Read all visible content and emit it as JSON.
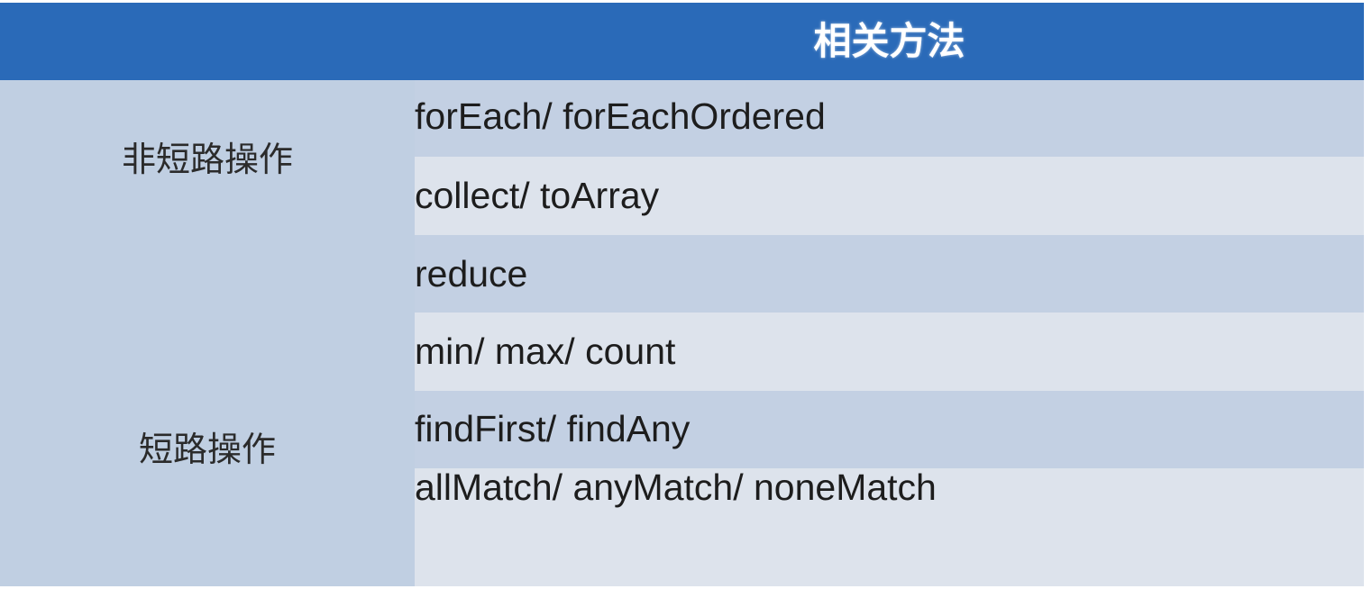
{
  "table": {
    "headers": {
      "category_column": "",
      "methods_column": "相关方法"
    },
    "colors": {
      "header_background": "#2a6ab8",
      "header_text": "#ffffff",
      "category_column_background": "#c0cfe2",
      "row_shade_dark": "#c3d0e3",
      "row_shade_light": "#dde3ec",
      "border": "#262b33",
      "header_border": "#1b3a5c",
      "body_text": "#1d1d1d"
    },
    "groups": [
      {
        "label": "非短路操作",
        "row_count": 4,
        "rows": [
          {
            "methods": "forEach/ forEachOrdered",
            "shade": "dark"
          },
          {
            "methods": "collect/ toArray",
            "shade": "light"
          },
          {
            "methods": "reduce",
            "shade": "dark"
          },
          {
            "methods": "min/ max/ count",
            "shade": "light"
          }
        ]
      },
      {
        "label": "短路操作",
        "row_count": 2,
        "rows": [
          {
            "methods": "findFirst/ findAny",
            "shade": "dark"
          },
          {
            "methods": "allMatch/ anyMatch/ noneMatch",
            "shade": "light"
          }
        ]
      }
    ],
    "flat_rows": [
      {
        "category": "非短路操作",
        "methods": "forEach/ forEachOrdered"
      },
      {
        "category": "非短路操作",
        "methods": "collect/ toArray"
      },
      {
        "category": "非短路操作",
        "methods": "reduce"
      },
      {
        "category": "非短路操作",
        "methods": "min/ max/ count"
      },
      {
        "category": "短路操作",
        "methods": "findFirst/ findAny"
      },
      {
        "category": "短路操作",
        "methods": "allMatch/ anyMatch/ noneMatch"
      }
    ]
  }
}
